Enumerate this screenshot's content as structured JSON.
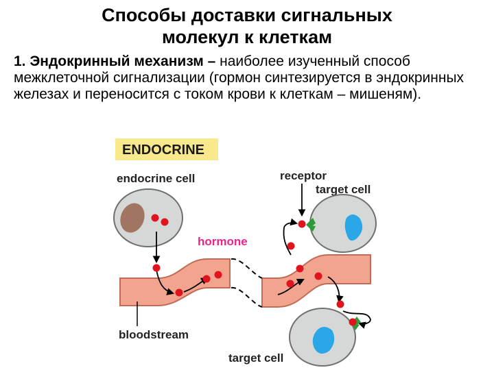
{
  "title": {
    "line1": "Способы  доставки сигнальных",
    "line2": "молекул к клеткам"
  },
  "paragraph": {
    "bold_part": "1. Эндокринный механизм –",
    "normal_part": " наиболее изученный способ межклеточной сигнализации (гормон синтезируется в эндокринных железах и переносится с током крови к клеткам – мишеням)."
  },
  "figure": {
    "heading": "ENDOCRINE",
    "endocrine_cell_label": "endocrine cell",
    "receptor_label": "receptor",
    "target_cell_label_top": "target cell",
    "hormone_label": "hormone",
    "bloodstream_label": "bloodstream",
    "target_cell_label_bottom": "target cell",
    "colors": {
      "heading_bg": "#f7e98c",
      "cell_fill": "#d6d8d8",
      "nucleus_endocrine": "#a27562",
      "nucleus_target": "#29a7e6",
      "vessel": "#f2a48e",
      "hormone": "#e0141f",
      "receptor": "#2e9a3a",
      "hormone_label_color": "#e8258c"
    }
  }
}
